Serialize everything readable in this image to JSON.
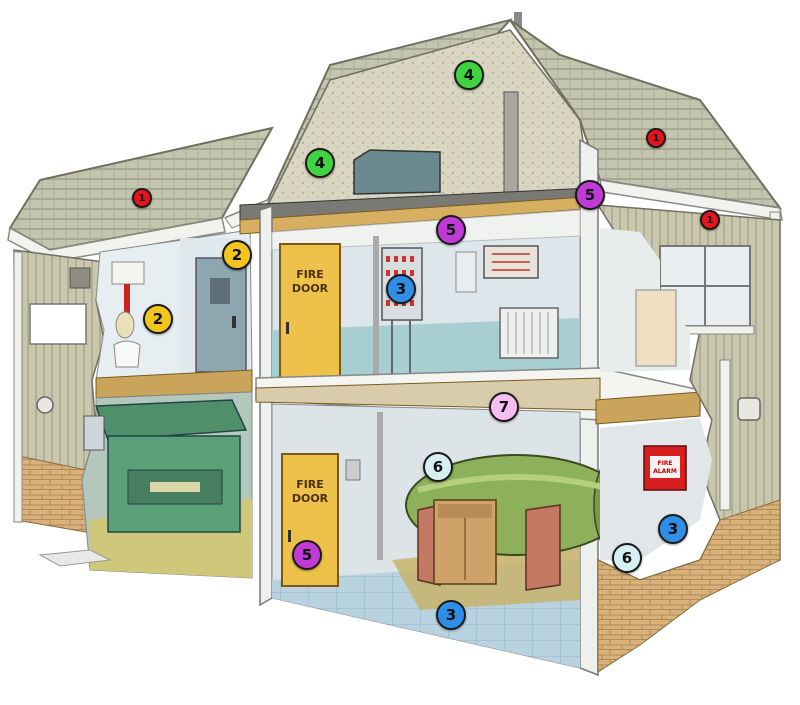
{
  "colors": {
    "1": "#e8141c",
    "2": "#f2c51c",
    "3": "#2f8fe8",
    "4": "#3fd43f",
    "5": "#c03ad6",
    "6": "#d4f0f2",
    "7": "#f6bdf0"
  },
  "signs": {
    "fire_door_line1": "FIRE",
    "fire_door_line2": "DOOR",
    "alarm_line1": "FIRE",
    "alarm_line2": "ALARM"
  },
  "markers": [
    {
      "id": "m1",
      "label": "1",
      "category": "1",
      "size": "small"
    },
    {
      "id": "m2",
      "label": "1",
      "category": "1",
      "size": "small"
    },
    {
      "id": "m3",
      "label": "1",
      "category": "1",
      "size": "small"
    },
    {
      "id": "m4",
      "label": "4",
      "category": "4",
      "size": "normal"
    },
    {
      "id": "m5",
      "label": "4",
      "category": "4",
      "size": "normal"
    },
    {
      "id": "m6",
      "label": "2",
      "category": "2",
      "size": "normal"
    },
    {
      "id": "m7",
      "label": "2",
      "category": "2",
      "size": "normal"
    },
    {
      "id": "m8",
      "label": "5",
      "category": "5",
      "size": "normal"
    },
    {
      "id": "m9",
      "label": "5",
      "category": "5",
      "size": "normal"
    },
    {
      "id": "m10",
      "label": "3",
      "category": "3",
      "size": "normal"
    },
    {
      "id": "m11",
      "label": "7",
      "category": "7",
      "size": "normal"
    },
    {
      "id": "m12",
      "label": "6",
      "category": "6",
      "size": "normal"
    },
    {
      "id": "m13",
      "label": "3",
      "category": "3",
      "size": "normal"
    },
    {
      "id": "m14",
      "label": "6",
      "category": "6",
      "size": "normal"
    },
    {
      "id": "m15",
      "label": "5",
      "category": "5",
      "size": "normal"
    },
    {
      "id": "m16",
      "label": "3",
      "category": "3",
      "size": "normal"
    }
  ]
}
